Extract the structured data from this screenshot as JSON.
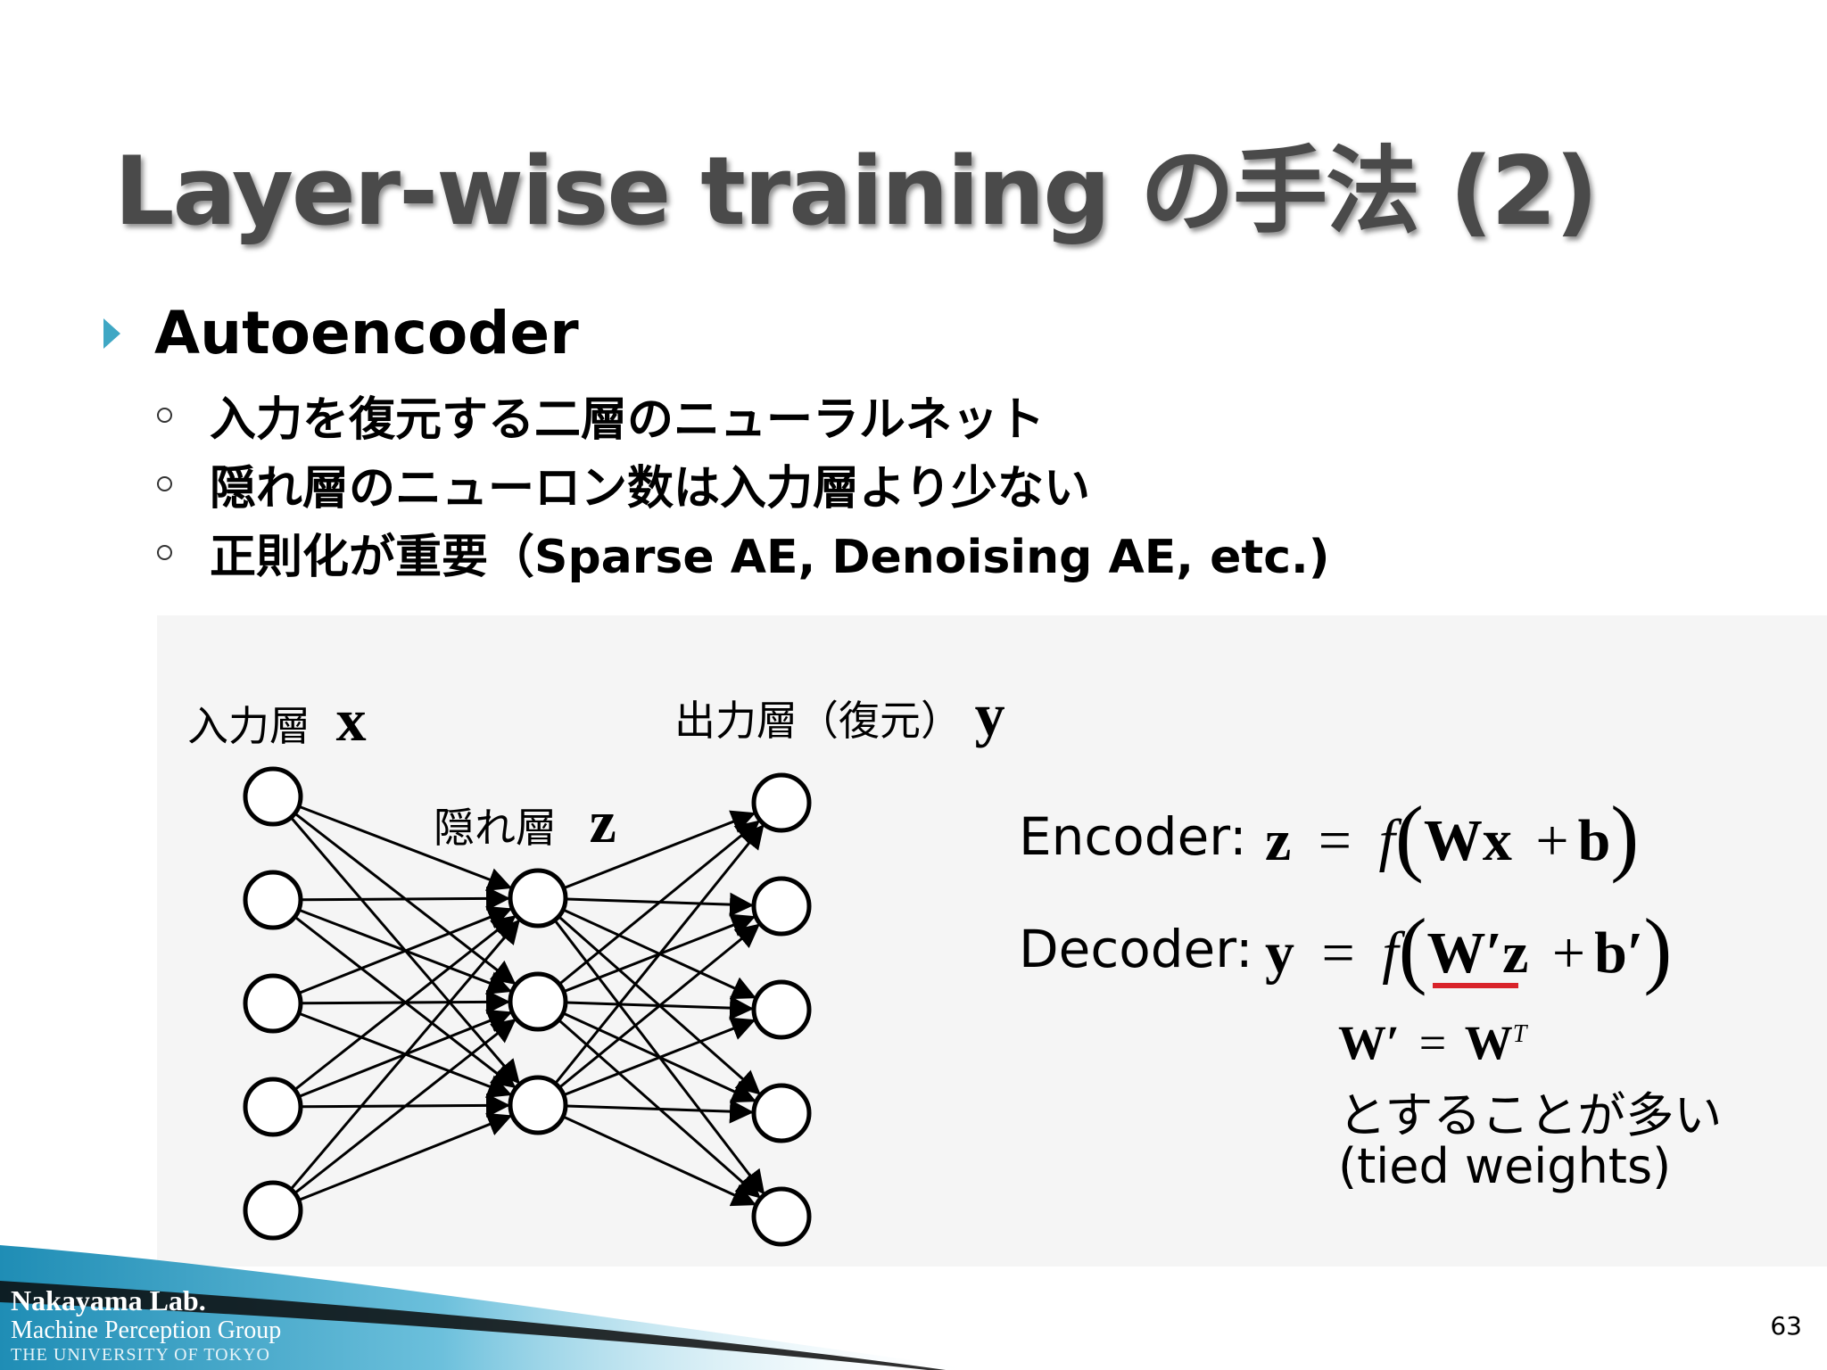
{
  "title": "Layer-wise training の手法 (2)",
  "bullet": "Autoencoder",
  "sub_bullets": [
    "入力を復元する二層のニューラルネット",
    "隠れ層のニューロン数は入力層より少ない",
    "正則化が重要（Sparse AE, Denoising AE, etc.)"
  ],
  "diagram": {
    "input_label": "入力層",
    "input_var": "x",
    "hidden_label": "隠れ層",
    "hidden_var": "z",
    "output_label": "出力層（復元）",
    "output_var": "y",
    "input_nodes": 5,
    "hidden_nodes": 3,
    "output_nodes": 5
  },
  "encoder": {
    "name": "Encoder:",
    "lhs": "z",
    "equals": "=",
    "f": "f",
    "W": "W",
    "x": "x",
    "plus": "+",
    "b": "b"
  },
  "decoder": {
    "name": "Decoder:",
    "lhs": "y",
    "equals": "=",
    "f": "f",
    "W": "W′",
    "z": "z",
    "plus": "+",
    "b": "b′"
  },
  "tied": {
    "lhs": "W′",
    "equals": "=",
    "rhs": "W",
    "sup": "T",
    "line1": "とすることが多い",
    "line2": "(tied weights)"
  },
  "footer": {
    "lab": "Nakayama Lab.",
    "group": "Machine Perception Group",
    "univ": "THE UNIVERSITY OF TOKYO"
  },
  "page_number": "63",
  "colors": {
    "accent": "#3fa7c4",
    "underline": "#d9232a",
    "footer": "#1f8db5"
  }
}
